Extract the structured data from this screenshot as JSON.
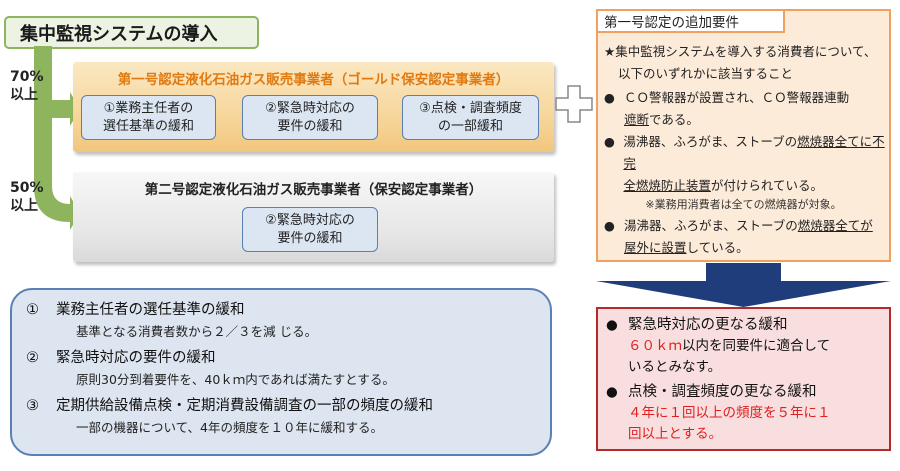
{
  "title": "集中監視システムの導入",
  "tier1": {
    "percent": "70%",
    "percent_suffix": "以上",
    "heading": "第一号認定液化石油ガス販売事業者（ゴールド保安認定事業者）",
    "items": [
      {
        "line1": "①業務主任者の",
        "line2": "選任基準の緩和"
      },
      {
        "line1": "②緊急時対応の",
        "line2": "要件の緩和"
      },
      {
        "line1": "③点検・調査頻度",
        "line2": "の一部緩和"
      }
    ]
  },
  "tier2": {
    "percent": "50%",
    "percent_suffix": "以上",
    "heading": "第二号認定液化石油ガス販売事業者（保安認定事業者）",
    "items": [
      {
        "line1": "②緊急時対応の",
        "line2": "要件の緩和"
      }
    ]
  },
  "requirements": {
    "title": "第一号認定の追加要件",
    "intro_line1": "★集中監視システムを導入する消費者について、",
    "intro_line2": "以下のいずれかに該当すること",
    "bullet1_line1": "ＣＯ警報器が設置され、ＣＯ警報器連動",
    "bullet1_line2_u": "遮断",
    "bullet1_line2_rest": "である。",
    "bullet2_line1_a": "湯沸器、ふろがま、ストーブの",
    "bullet2_line1_u": "燃焼器全てに不完",
    "bullet2_line2_u": "全燃焼防止装置",
    "bullet2_line2_rest": "が付けられている。",
    "bullet2_note": "※業務用消費者は全ての燃焼器が対象。",
    "bullet3_line1_a": "湯沸器、ふろがま、ストーブの",
    "bullet3_line1_u": "燃焼器全てが",
    "bullet3_line2_u": "屋外に設置",
    "bullet3_line2_rest": "している。"
  },
  "relaxation": {
    "item1_head": "緊急時対応の更なる緩和",
    "item1_red": "６０ｋｍ",
    "item1_rest": "以内を同要件に適合して",
    "item1_line2": "いるとみなす。",
    "item2_head": "点検・調査頻度の更なる緩和",
    "item2_line1": "４年に１回以上の頻度を５年に１",
    "item2_line2": "回以上とする。"
  },
  "summary": [
    {
      "num": "①",
      "head": "業務主任者の選任基準の緩和",
      "sub": "基準となる消費者数から２／３を減 じる。"
    },
    {
      "num": "②",
      "head": "緊急時対応の要件の緩和",
      "sub": "原則30分到着要件を、40ｋｍ内であれば満たすとする。"
    },
    {
      "num": "③",
      "head": "定期供給設備点検・定期消費設備調査の一部の頻度の緩和",
      "sub": "一部の機器について、4年の頻度を１０年に緩和する。"
    }
  ],
  "colors": {
    "green_arrow": "#8fb45e",
    "orange_heading": "#e07a10",
    "blue_border": "#5a7fb5",
    "red_text": "#e02020",
    "down_arrow": "#1f3d7a"
  }
}
